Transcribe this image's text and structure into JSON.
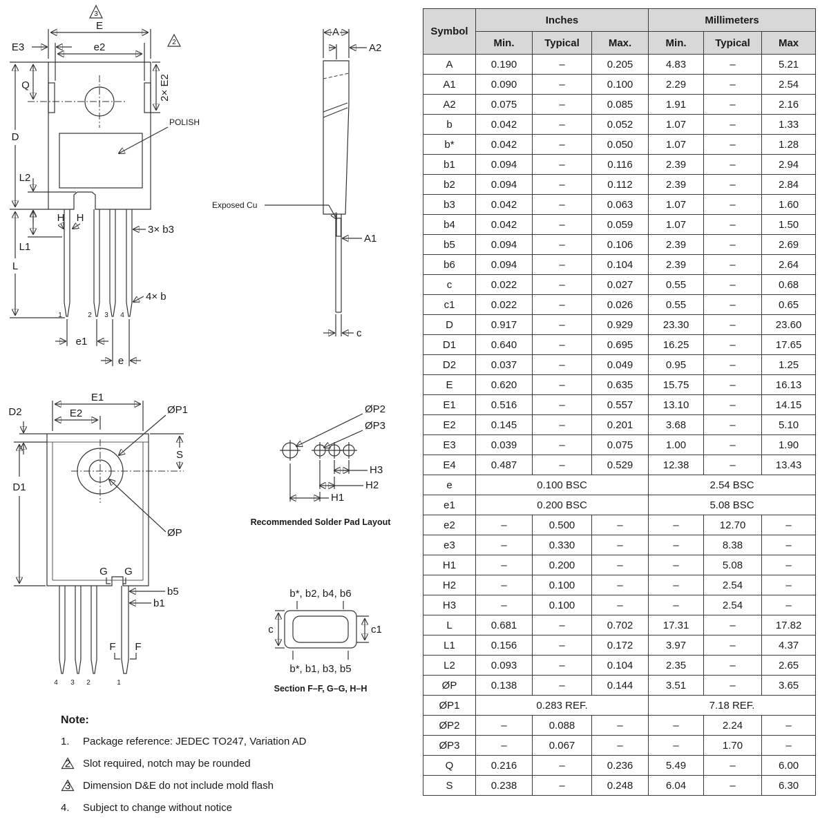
{
  "table": {
    "header": {
      "symbol": "Symbol",
      "inches": "Inches",
      "millimeters": "Millimeters",
      "in_min": "Min.",
      "in_typ": "Typical",
      "in_max": "Max.",
      "mm_min": "Min.",
      "mm_typ": "Typical",
      "mm_max": "Max"
    },
    "rows": [
      {
        "symbol": "A",
        "cells": [
          "0.190",
          "–",
          "0.205",
          "4.83",
          "–",
          "5.21"
        ]
      },
      {
        "symbol": "A1",
        "cells": [
          "0.090",
          "–",
          "0.100",
          "2.29",
          "–",
          "2.54"
        ]
      },
      {
        "symbol": "A2",
        "cells": [
          "0.075",
          "–",
          "0.085",
          "1.91",
          "–",
          "2.16"
        ]
      },
      {
        "symbol": "b",
        "cells": [
          "0.042",
          "–",
          "0.052",
          "1.07",
          "–",
          "1.33"
        ]
      },
      {
        "symbol": "b*",
        "cells": [
          "0.042",
          "–",
          "0.050",
          "1.07",
          "–",
          "1.28"
        ]
      },
      {
        "symbol": "b1",
        "cells": [
          "0.094",
          "–",
          "0.116",
          "2.39",
          "–",
          "2.94"
        ]
      },
      {
        "symbol": "b2",
        "cells": [
          "0.094",
          "–",
          "0.112",
          "2.39",
          "–",
          "2.84"
        ]
      },
      {
        "symbol": "b3",
        "cells": [
          "0.042",
          "–",
          "0.063",
          "1.07",
          "–",
          "1.60"
        ]
      },
      {
        "symbol": "b4",
        "cells": [
          "0.042",
          "–",
          "0.059",
          "1.07",
          "–",
          "1.50"
        ]
      },
      {
        "symbol": "b5",
        "cells": [
          "0.094",
          "–",
          "0.106",
          "2.39",
          "–",
          "2.69"
        ]
      },
      {
        "symbol": "b6",
        "cells": [
          "0.094",
          "–",
          "0.104",
          "2.39",
          "–",
          "2.64"
        ]
      },
      {
        "symbol": "c",
        "cells": [
          "0.022",
          "–",
          "0.027",
          "0.55",
          "–",
          "0.68"
        ]
      },
      {
        "symbol": "c1",
        "cells": [
          "0.022",
          "–",
          "0.026",
          "0.55",
          "–",
          "0.65"
        ]
      },
      {
        "symbol": "D",
        "cells": [
          "0.917",
          "–",
          "0.929",
          "23.30",
          "–",
          "23.60"
        ]
      },
      {
        "symbol": "D1",
        "cells": [
          "0.640",
          "–",
          "0.695",
          "16.25",
          "–",
          "17.65"
        ]
      },
      {
        "symbol": "D2",
        "cells": [
          "0.037",
          "–",
          "0.049",
          "0.95",
          "–",
          "1.25"
        ]
      },
      {
        "symbol": "E",
        "cells": [
          "0.620",
          "–",
          "0.635",
          "15.75",
          "–",
          "16.13"
        ]
      },
      {
        "symbol": "E1",
        "cells": [
          "0.516",
          "–",
          "0.557",
          "13.10",
          "–",
          "14.15"
        ]
      },
      {
        "symbol": "E2",
        "cells": [
          "0.145",
          "–",
          "0.201",
          "3.68",
          "–",
          "5.10"
        ]
      },
      {
        "symbol": "E3",
        "cells": [
          "0.039",
          "–",
          "0.075",
          "1.00",
          "–",
          "1.90"
        ]
      },
      {
        "symbol": "E4",
        "cells": [
          "0.487",
          "–",
          "0.529",
          "12.38",
          "–",
          "13.43"
        ]
      },
      {
        "symbol": "e",
        "span": true,
        "inches": "0.100 BSC",
        "mm": "2.54 BSC"
      },
      {
        "symbol": "e1",
        "span": true,
        "inches": "0.200 BSC",
        "mm": "5.08 BSC"
      },
      {
        "symbol": "e2",
        "cells": [
          "–",
          "0.500",
          "–",
          "–",
          "12.70",
          "–"
        ]
      },
      {
        "symbol": "e3",
        "cells": [
          "–",
          "0.330",
          "–",
          "–",
          "8.38",
          "–"
        ]
      },
      {
        "symbol": "H1",
        "cells": [
          "–",
          "0.200",
          "–",
          "–",
          "5.08",
          "–"
        ]
      },
      {
        "symbol": "H2",
        "cells": [
          "–",
          "0.100",
          "–",
          "–",
          "2.54",
          "–"
        ]
      },
      {
        "symbol": "H3",
        "cells": [
          "–",
          "0.100",
          "–",
          "–",
          "2.54",
          "–"
        ]
      },
      {
        "symbol": "L",
        "cells": [
          "0.681",
          "–",
          "0.702",
          "17.31",
          "–",
          "17.82"
        ]
      },
      {
        "symbol": "L1",
        "cells": [
          "0.156",
          "–",
          "0.172",
          "3.97",
          "–",
          "4.37"
        ]
      },
      {
        "symbol": "L2",
        "cells": [
          "0.093",
          "–",
          "0.104",
          "2.35",
          "–",
          "2.65"
        ]
      },
      {
        "symbol": "ØP",
        "cells": [
          "0.138",
          "–",
          "0.144",
          "3.51",
          "–",
          "3.65"
        ]
      },
      {
        "symbol": "ØP1",
        "span": true,
        "inches": "0.283 REF.",
        "mm": "7.18 REF."
      },
      {
        "symbol": "ØP2",
        "cells": [
          "–",
          "0.088",
          "–",
          "–",
          "2.24",
          "–"
        ]
      },
      {
        "symbol": "ØP3",
        "cells": [
          "–",
          "0.067",
          "–",
          "–",
          "1.70",
          "–"
        ]
      },
      {
        "symbol": "Q",
        "cells": [
          "0.216",
          "–",
          "0.236",
          "5.49",
          "–",
          "6.00"
        ]
      },
      {
        "symbol": "S",
        "cells": [
          "0.238",
          "–",
          "0.248",
          "6.04",
          "–",
          "6.30"
        ]
      }
    ]
  },
  "drawings": {
    "front": {
      "dim_e": "E",
      "dim_e3": "E3",
      "dim_e2": "e2",
      "dim_2xe2": "2× E2",
      "note3": "3",
      "note2": "2",
      "dim_q": "Q",
      "dim_d": "D",
      "polish": "POLISH",
      "dim_l2": "L2",
      "dim_h_a": "H",
      "dim_h_b": "H",
      "dim_l1": "L1",
      "dim_l": "L",
      "exposed_cu": "Exposed Cu",
      "callout_b3": "3× b3",
      "callout_b": "4× b",
      "pin1": "1",
      "pin2": "2",
      "pin3": "3",
      "pin4": "4",
      "dim_e1": "e1",
      "dim_e_pitch": "e"
    },
    "side": {
      "dim_a": "A",
      "dim_a2": "A2",
      "dim_a1": "A1",
      "dim_c": "c"
    },
    "back": {
      "dim_e1": "E1",
      "dim_e2": "E2",
      "dim_d2": "D2",
      "dim_d1": "D1",
      "dim_p1": "ØP1",
      "dim_s": "S",
      "dim_p": "ØP",
      "g_left": "G",
      "g_right": "G",
      "callout_b5": "b5",
      "callout_b1": "b1",
      "f_left": "F",
      "f_right": "F",
      "pin4": "4",
      "pin3": "3",
      "pin2": "2",
      "pin1": "1"
    },
    "pad": {
      "dim_p2": "ØP2",
      "dim_p3": "ØP3",
      "dim_h3": "H3",
      "dim_h2": "H2",
      "dim_h1": "H1",
      "caption": "Recommended Solder Pad Layout"
    },
    "section": {
      "label_top": "b*, b2, b4, b6",
      "dim_c": "c",
      "dim_c1": "c1",
      "label_bottom": "b*, b1, b3, b5",
      "caption": "Section F–F, G–G, H–H"
    }
  },
  "notes": {
    "heading": "Note:",
    "item1": {
      "num": "1.",
      "text": "Package reference: JEDEC TO247, Variation AD"
    },
    "item2": {
      "num": "2",
      "text": "Slot required, notch may be rounded"
    },
    "item3": {
      "num": "3",
      "text": "Dimension D&E do not include mold flash"
    },
    "item4": {
      "num": "4.",
      "text": "Subject to change without notice"
    }
  }
}
